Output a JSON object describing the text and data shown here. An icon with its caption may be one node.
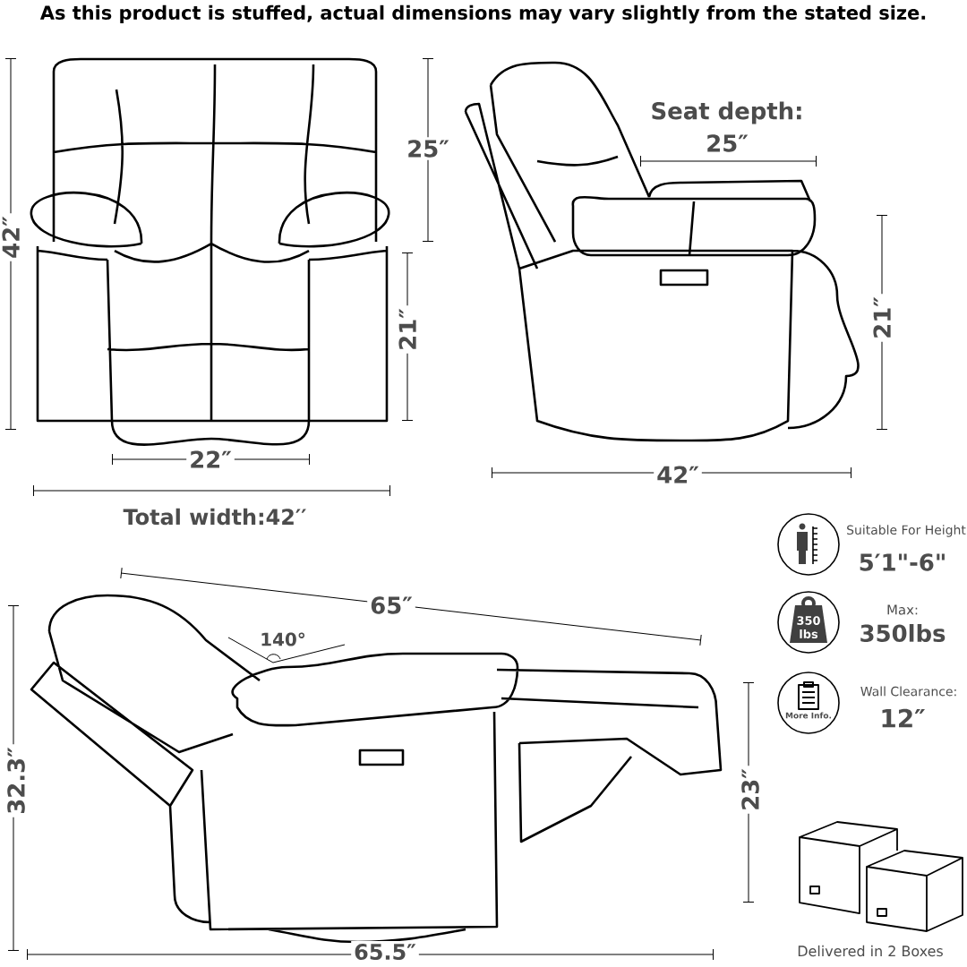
{
  "diagram": {
    "title": "As this product is stuffed, actual dimensions may vary slightly from the stated size.",
    "labels": [
      "42″",
      "25″",
      "Seat depth:",
      "25″",
      "21″",
      "21″",
      "22″",
      "42″",
      "Total width:42′′",
      "Suitable For Height",
      "5′1\"-6\"",
      "65″",
      "140°",
      "350",
      "lbs",
      "Max:",
      "350lbs",
      "32.3″",
      "Wall Clearance:",
      "More Info.",
      "12″",
      "23″",
      "Delivered in 2 Boxes",
      "65.5″"
    ]
  }
}
